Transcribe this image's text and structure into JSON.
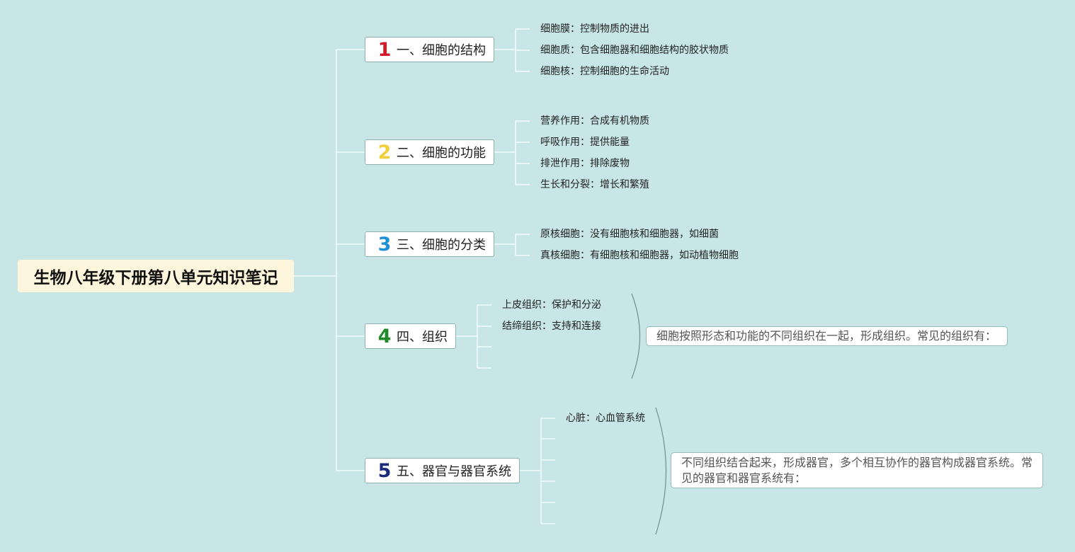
{
  "root": {
    "title": "生物八年级下册第八单元知识笔记"
  },
  "branches": [
    {
      "number": "1",
      "color": "#d11a2a",
      "label": "一、细胞的结构",
      "items": [
        "细胞膜：控制物质的进出",
        "细胞质：包含细胞器和细胞结构的胶状物质",
        "细胞核：控制细胞的生命活动"
      ]
    },
    {
      "number": "2",
      "color": "#f0cf3a",
      "label": "二、细胞的功能",
      "items": [
        "营养作用：合成有机物质",
        "呼吸作用：提供能量",
        "排泄作用：排除废物",
        "生长和分裂：增长和繁殖"
      ]
    },
    {
      "number": "3",
      "color": "#1e90d6",
      "label": "三、细胞的分类",
      "items": [
        "原核细胞：没有细胞核和细胞器，如细菌",
        "真核细胞：有细胞核和细胞器，如动植物细胞"
      ]
    },
    {
      "number": "4",
      "color": "#1e8a2a",
      "label": "四、组织",
      "items": [
        "上皮组织：保护和分泌",
        "结缔组织：支持和连接",
        "",
        ""
      ],
      "note": "细胞按照形态和功能的不同组织在一起，形成组织。常见的组织有："
    },
    {
      "number": "5",
      "color": "#1a2a7a",
      "label": "五、器官与器官系统",
      "items": [
        "心脏：心血管系统",
        "",
        "",
        "",
        "",
        ""
      ],
      "note": "不同组织结合起来，形成器官，多个相互协作的器官构成器官系统。常见的器官和器官系统有："
    }
  ]
}
